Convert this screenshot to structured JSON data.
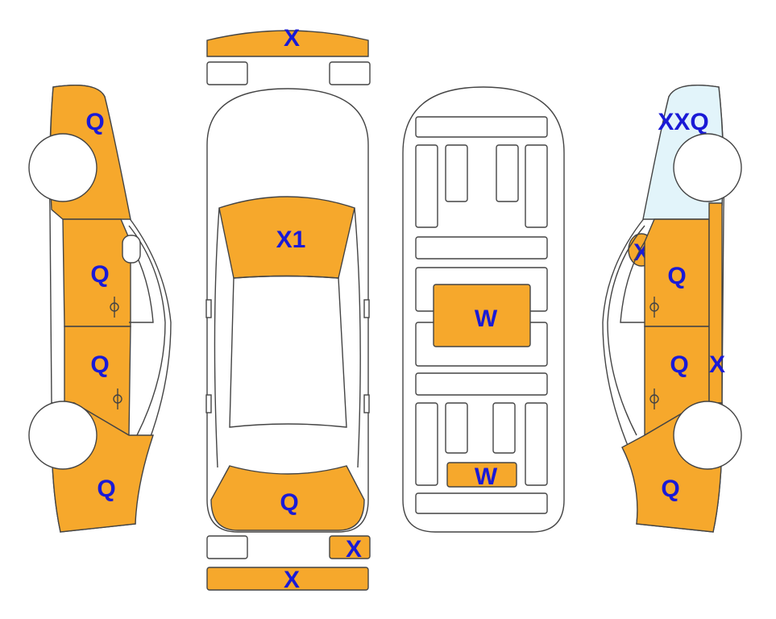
{
  "colors": {
    "damage": "#f6a82c",
    "glass": "#e2f4fa",
    "outline": "#444444",
    "label": "#1a1ad6",
    "background": "#ffffff"
  },
  "labels": {
    "front_bumper": "X",
    "windshield": "X1",
    "rear_panel": "Q",
    "rear_small_right": "X",
    "rear_bumper": "X",
    "roof_large": "W",
    "roof_small": "W",
    "left_front": "Q",
    "left_front_door": "Q",
    "left_rear_door": "Q",
    "left_rear": "Q",
    "right_front": "XXQ",
    "right_mirror": "X",
    "right_front_door": "Q",
    "right_rear_door": "Q",
    "right_sill": "X",
    "right_rear": "Q"
  }
}
